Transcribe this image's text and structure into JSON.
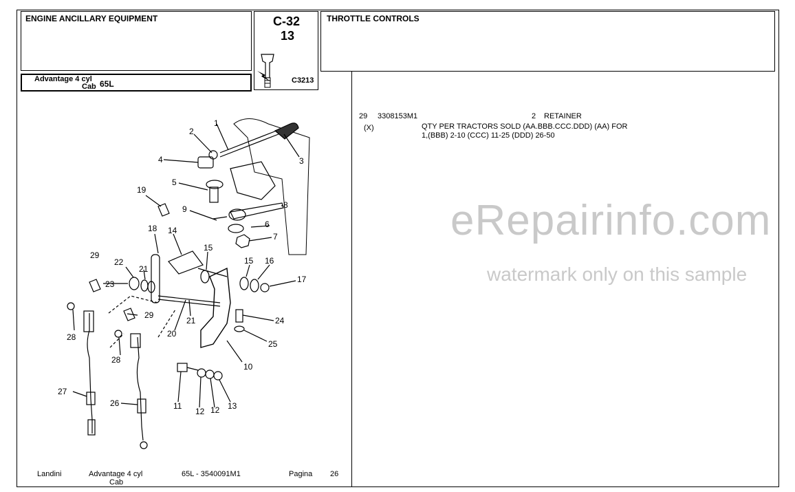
{
  "header": {
    "section": "ENGINE ANCILLARY EQUIPMENT",
    "model_line1": "Advantage 4 cyl",
    "model_line2": "Cab",
    "model_code": "65L",
    "page_code": "C-32",
    "page_num": "13",
    "fig_code": "C3213",
    "title": "THROTTLE CONTROLS"
  },
  "parts": [
    {
      "ref": "29",
      "part_no": "3308153M1",
      "qty": "2",
      "desc": "RETAINER",
      "note_code": "(X)",
      "note_line1": "QTY PER TRACTORS SOLD  (AA.BBB.CCC.DDD) (AA) FOR",
      "note_line2": "1,(BBB) 2-10 (CCC) 11-25 (DDD) 26-50"
    }
  ],
  "diagram_callouts": [
    "1",
    "2",
    "3",
    "4",
    "5",
    "6",
    "7",
    "8",
    "9",
    "10",
    "11",
    "12",
    "12",
    "13",
    "14",
    "15",
    "15",
    "16",
    "17",
    "18",
    "19",
    "20",
    "21",
    "21",
    "22",
    "23",
    "24",
    "25",
    "26",
    "27",
    "28",
    "28",
    "29",
    "29"
  ],
  "footer": {
    "brand": "Landini",
    "model_line1": "Advantage 4 cyl",
    "model_line2": "Cab",
    "part_ref": "65L - 3540091M1",
    "page_label": "Pagina",
    "page_number": "26"
  },
  "watermark": {
    "line1": "eRepairinfo.com",
    "line2": "watermark only on this sample"
  }
}
